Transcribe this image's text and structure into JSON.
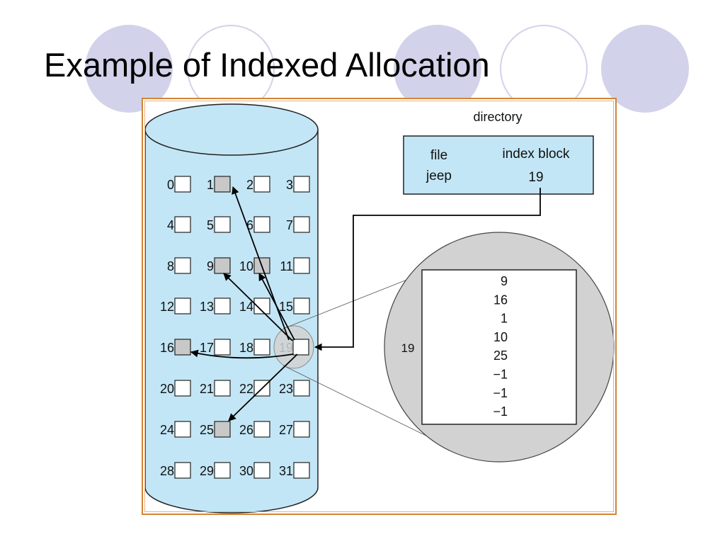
{
  "title": "Example of Indexed Allocation",
  "colors": {
    "disk_fill": "#c3e6f6",
    "used_block": "#c8c8c8",
    "magnifier_fill": "#d2d2d2",
    "decor_circle": "#d2d2ea",
    "frame": "#d08438",
    "directory_fill": "#c3e6f6"
  },
  "directory": {
    "label": "directory",
    "col_file": "file",
    "col_index": "index block",
    "entry_file": "jeep",
    "entry_index": "19"
  },
  "disk": {
    "blocks": [
      "0",
      "1",
      "2",
      "3",
      "4",
      "5",
      "6",
      "7",
      "8",
      "9",
      "10",
      "11",
      "12",
      "13",
      "14",
      "15",
      "16",
      "17",
      "18",
      "19",
      "20",
      "21",
      "22",
      "23",
      "24",
      "25",
      "26",
      "27",
      "28",
      "29",
      "30",
      "31"
    ],
    "used_blocks": [
      "1",
      "9",
      "10",
      "16",
      "25"
    ],
    "index_block": "19"
  },
  "index_block_view": {
    "label": "19",
    "entries": [
      "9",
      "16",
      "1",
      "10",
      "25",
      "−1",
      "−1",
      "−1"
    ]
  }
}
